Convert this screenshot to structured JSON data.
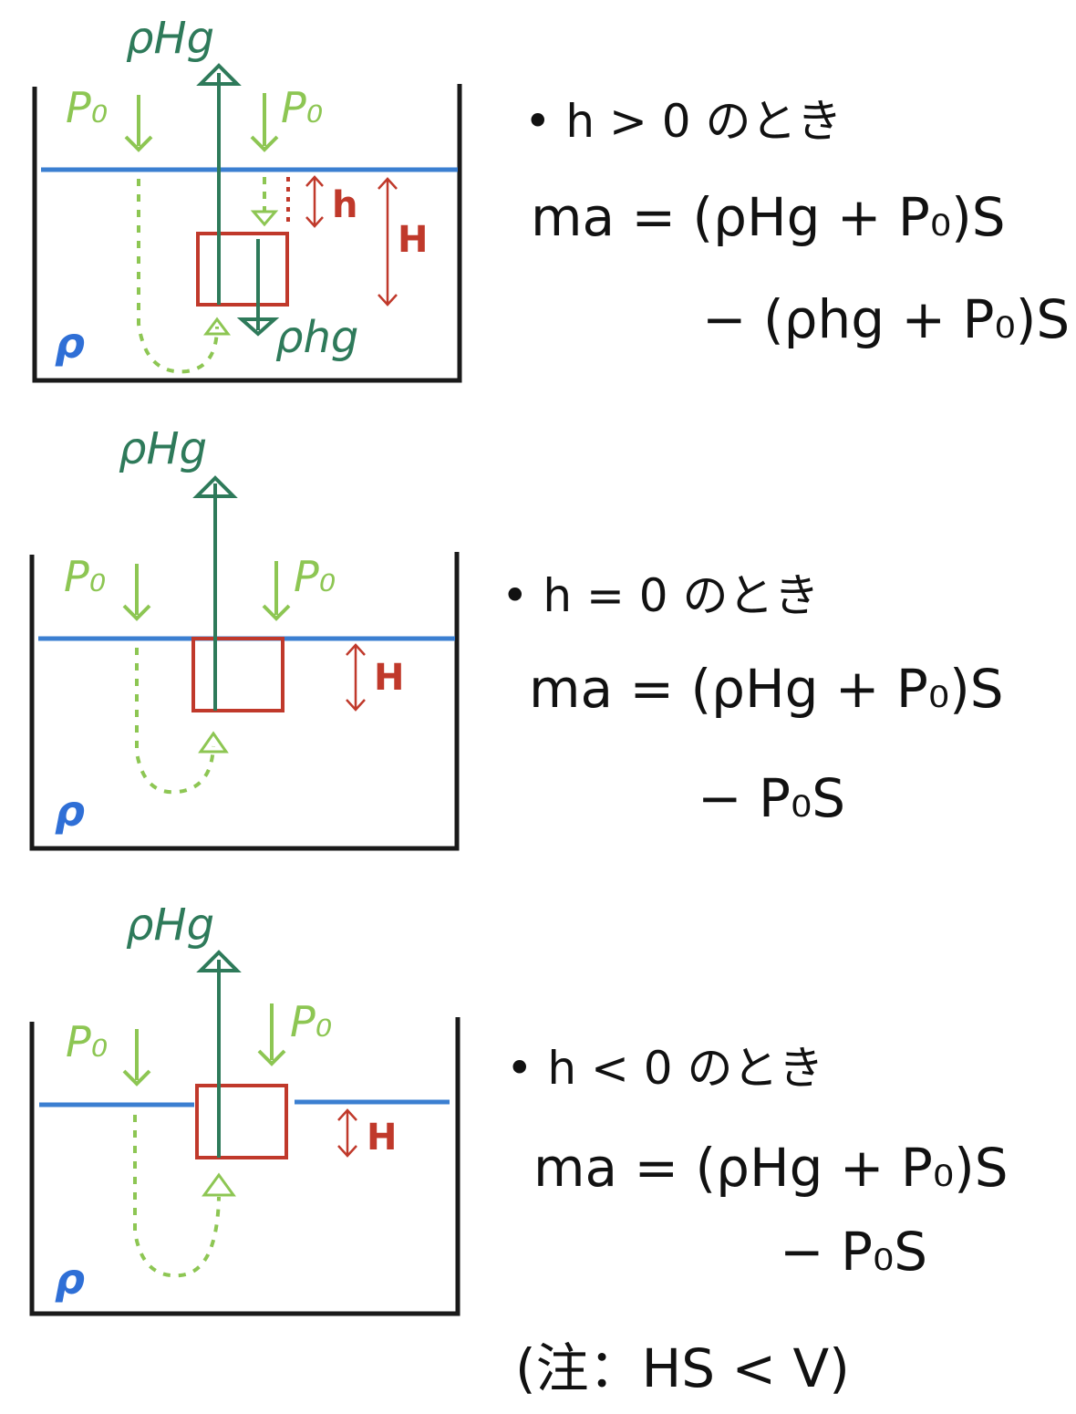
{
  "colors": {
    "tank": "#1a1a1a",
    "water": "#3b7fd1",
    "block": "#c0392b",
    "force_dark": "#2e7a5a",
    "force_light": "#8dc653",
    "rho": "#2f6fd6"
  },
  "labels": {
    "upward_force": "ρHg",
    "downward_force": "ρhg",
    "atm_pressure": "P₀",
    "rho": "ρ",
    "h": "h",
    "H": "H"
  },
  "panels": [
    {
      "condition": "• h > 0 のとき",
      "eq_line1": "ma = (ρHg + P₀)S",
      "eq_line2": "− (ρhg + P₀)S"
    },
    {
      "condition": "• h = 0 のとき",
      "eq_line1": "ma = (ρHg + P₀)S",
      "eq_line2": "− P₀S"
    },
    {
      "condition": "• h < 0 のとき",
      "eq_line1": "ma = (ρHg + P₀)S",
      "eq_line2": "− P₀S"
    }
  ],
  "note": "(注：HS < V)"
}
